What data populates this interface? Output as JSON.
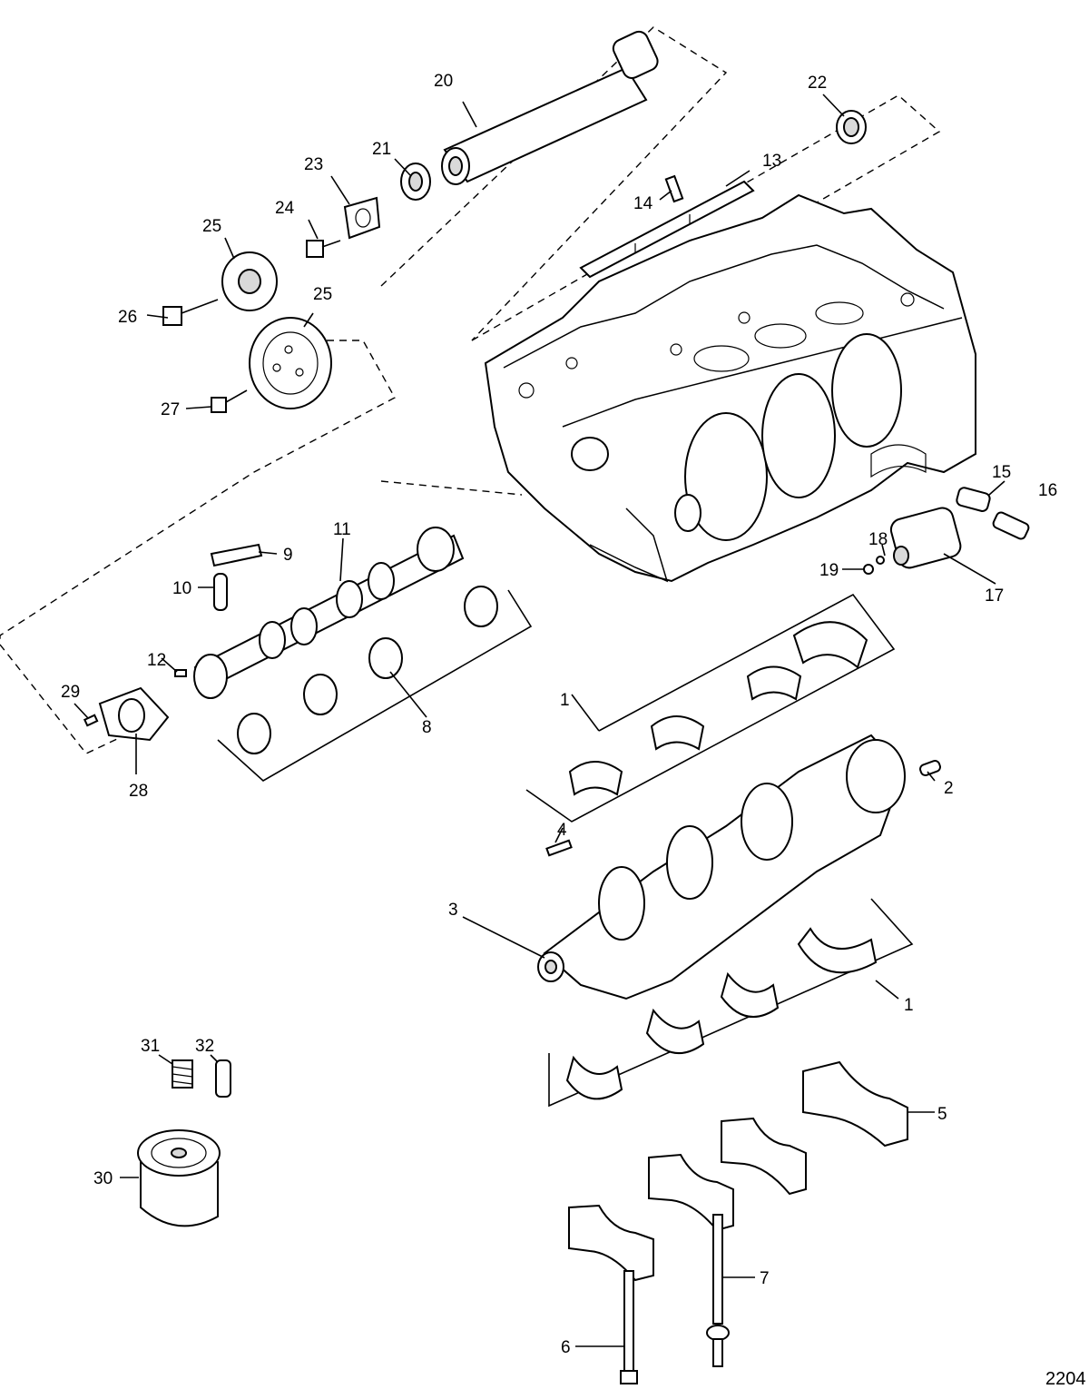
{
  "figure_number": "2204",
  "callouts": [
    {
      "id": "c1a",
      "text": "1"
    },
    {
      "id": "c1b",
      "text": "1"
    },
    {
      "id": "c2",
      "text": "2"
    },
    {
      "id": "c3",
      "text": "3"
    },
    {
      "id": "c4",
      "text": "4"
    },
    {
      "id": "c5",
      "text": "5"
    },
    {
      "id": "c6",
      "text": "6"
    },
    {
      "id": "c7",
      "text": "7"
    },
    {
      "id": "c8",
      "text": "8"
    },
    {
      "id": "c9",
      "text": "9"
    },
    {
      "id": "c10",
      "text": "10"
    },
    {
      "id": "c11",
      "text": "11"
    },
    {
      "id": "c12",
      "text": "12"
    },
    {
      "id": "c13",
      "text": "13"
    },
    {
      "id": "c14",
      "text": "14"
    },
    {
      "id": "c15",
      "text": "15"
    },
    {
      "id": "c16",
      "text": "16"
    },
    {
      "id": "c17",
      "text": "17"
    },
    {
      "id": "c18",
      "text": "18"
    },
    {
      "id": "c19",
      "text": "19"
    },
    {
      "id": "c20",
      "text": "20"
    },
    {
      "id": "c21",
      "text": "21"
    },
    {
      "id": "c22",
      "text": "22"
    },
    {
      "id": "c23",
      "text": "23"
    },
    {
      "id": "c24",
      "text": "24"
    },
    {
      "id": "c25a",
      "text": "25"
    },
    {
      "id": "c25b",
      "text": "25"
    },
    {
      "id": "c26",
      "text": "26"
    },
    {
      "id": "c27",
      "text": "27"
    },
    {
      "id": "c28",
      "text": "28"
    },
    {
      "id": "c29",
      "text": "29"
    },
    {
      "id": "c30",
      "text": "30"
    },
    {
      "id": "c31",
      "text": "31"
    },
    {
      "id": "c32",
      "text": "32"
    }
  ]
}
